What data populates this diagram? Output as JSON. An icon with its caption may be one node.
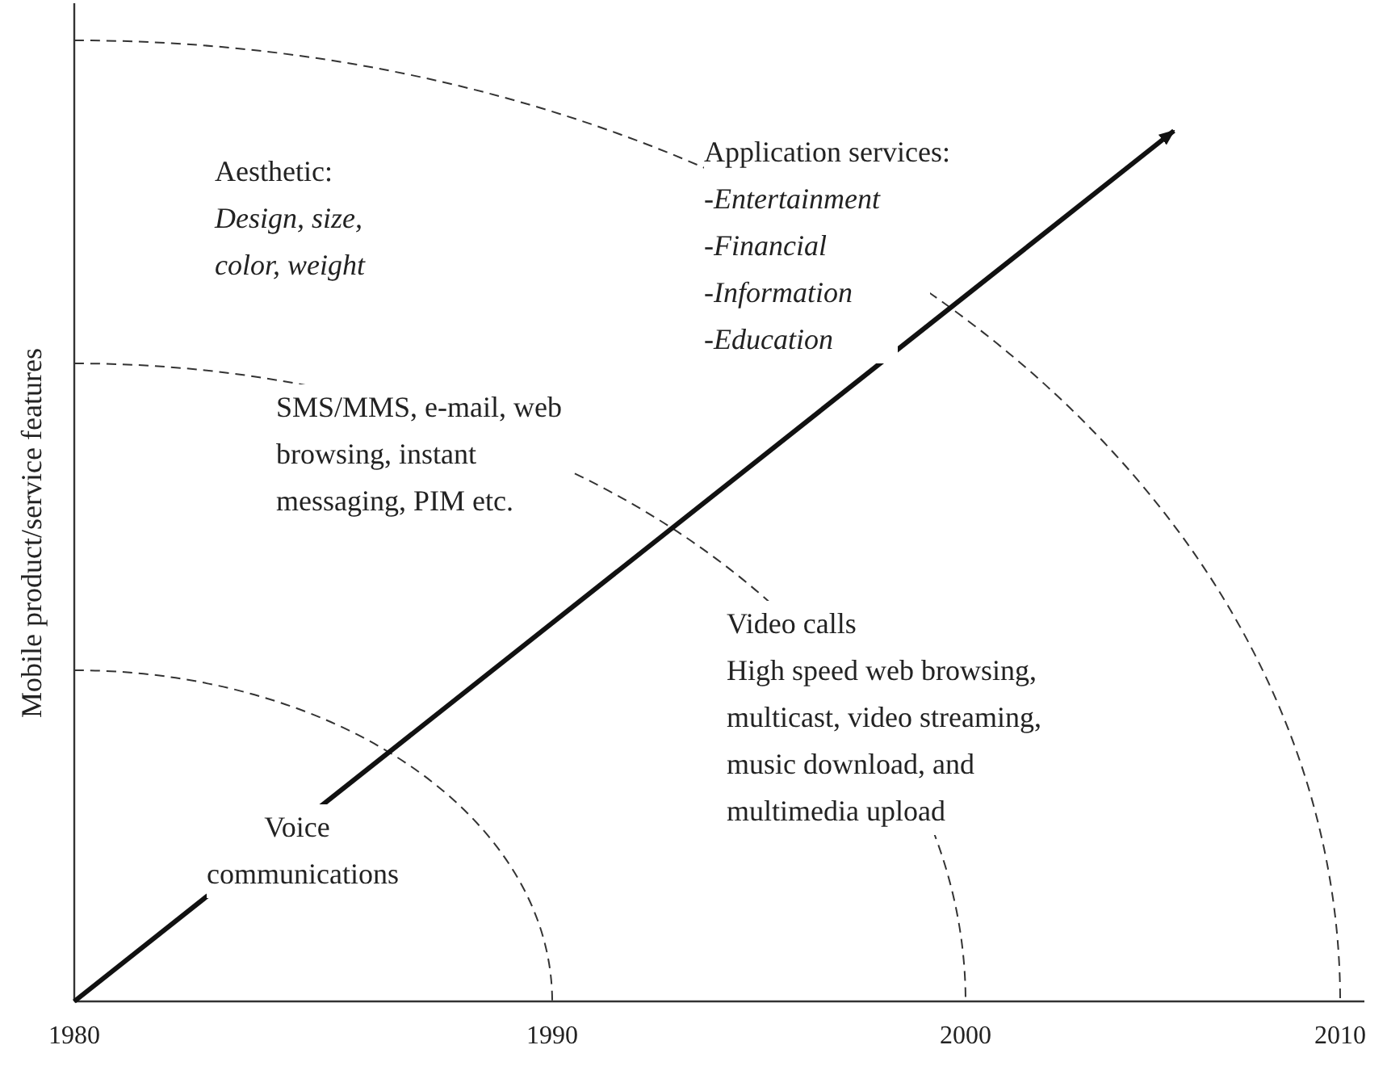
{
  "diagram": {
    "labels": [
      "Aesthetic:",
      "Design, size, color, weight",
      "Application services:",
      "-*Entertainment*",
      "-*Financial*",
      "-*Information*",
      "-*Education*",
      "SMS/MMS, e-mail, web browsing, instant messaging, PIM etc.",
      "Video calls",
      "High speed web browsing, multicast, video streaming, music download, and multimedia upload",
      "Voice communications",
      "Mobile product/service features",
      "1980",
      "1990",
      "2000",
      "2010"
    ]
  }
}
